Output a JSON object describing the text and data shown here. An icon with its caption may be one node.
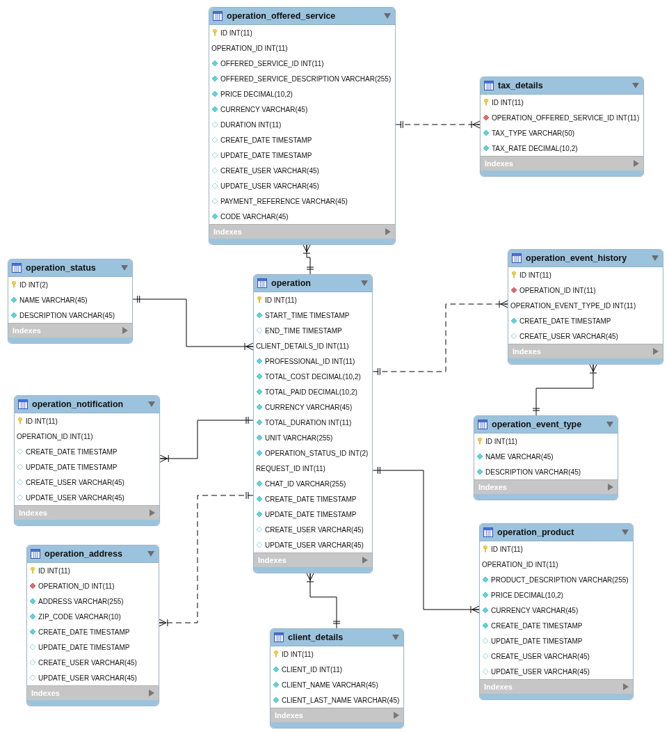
{
  "diagram": {
    "nodes": [
      {
        "text": [
          "operation_offered_service",
          "ID INT(11)",
          "OPERATION_ID INT(11)",
          "OFFERED_SERVICE_ID INT(11)",
          "OFFERED_SERVICE_DESCRIPTION VARCHAR(255)",
          "PRICE DECIMAL(10,2)",
          "CURRENCY VARCHAR(45)",
          "DURATION INT(11)",
          "CREATE_DATE TIMESTAMP",
          "UPDATE_DATE TIMESTAMP",
          "CREATE_USER VARCHAR(45)",
          "UPDATE_USER VARCHAR(45)",
          "PAYMENT_REFERENCE VARCHAR(45)",
          "CODE VARCHAR(45)",
          "Indexes"
        ]
      },
      {
        "text": [
          "tax_details",
          "ID INT(11)",
          "OPERATION_OFFERED_SERVICE_ID INT(11)",
          "TAX_TYPE VARCHAR(50)",
          "TAX_RATE DECIMAL(10,2)",
          "Indexes"
        ]
      },
      {
        "text": [
          "operation_status",
          "ID INT(2)",
          "NAME VARCHAR(45)",
          "DESCRIPTION VARCHAR(45)",
          "Indexes"
        ]
      },
      {
        "text": [
          "operation",
          "ID INT(11)",
          "START_TIME TIMESTAMP",
          "END_TIME TIMESTAMP",
          "CLIENT_DETAILS_ID INT(11)",
          "PROFESSIONAL_ID INT(11)",
          "TOTAL_COST DECIMAL(10,2)",
          "TOTAL_PAID DECIMAL(10,2)",
          "CURRENCY VARCHAR(45)",
          "TOTAL_DURATION INT(11)",
          "UNIT VARCHAR(255)",
          "OPERATION_STATUS_ID INT(2)",
          "REQUEST_ID INT(11)",
          "CHAT_ID VARCHAR(255)",
          "CREATE_DATE TIMESTAMP",
          "UPDATE_DATE TIMESTAMP",
          "CREATE_USER VARCHAR(45)",
          "UPDATE_USER VARCHAR(45)",
          "Indexes"
        ]
      },
      {
        "text": [
          "operation_event_history",
          "ID INT(11)",
          "OPERATION_ID INT(11)",
          "OPERATION_EVENT_TYPE_ID INT(11)",
          "CREATE_DATE TIMESTAMP",
          "CREATE_USER VARCHAR(45)",
          "Indexes"
        ]
      },
      {
        "text": [
          "operation_notification",
          "ID INT(11)",
          "OPERATION_ID INT(11)",
          "CREATE_DATE TIMESTAMP",
          "UPDATE_DATE TIMESTAMP",
          "CREATE_USER VARCHAR(45)",
          "UPDATE_USER VARCHAR(45)",
          "Indexes"
        ]
      },
      {
        "text": [
          "operation_event_type",
          "ID INT(11)",
          "NAME VARCHAR(45)",
          "DESCRIPTION VARCHAR(45)",
          "Indexes"
        ]
      },
      {
        "text": [
          "operation_address",
          "ID INT(11)",
          "OPERATION_ID INT(11)",
          "ADDRESS VARCHAR(255)",
          "ZIP_CODE VARCHAR(10)",
          "CREATE_DATE TIMESTAMP",
          "UPDATE_DATE TIMESTAMP",
          "CREATE_USER VARCHAR(45)",
          "UPDATE_USER VARCHAR(45)",
          "Indexes"
        ]
      },
      {
        "text": [
          "operation_product",
          "ID INT(11)",
          "OPERATION_ID INT(11)",
          "PRODUCT_DESCRIPTION VARCHAR(255)",
          "PRICE DECIMAL(10,2)",
          "CURRENCY VARCHAR(45)",
          "CREATE_DATE TIMESTAMP",
          "UPDATE_DATE TIMESTAMP",
          "CREATE_USER VARCHAR(45)",
          "UPDATE_USER VARCHAR(45)",
          "Indexes"
        ]
      },
      {
        "text": [
          "client_details",
          "ID INT(11)",
          "CLIENT_ID INT(11)",
          "CLIENT_NAME VARCHAR(45)",
          "CLIENT_LAST_NAME VARCHAR(45)",
          "Indexes"
        ]
      }
    ],
    "edges": [
      {
        "from": 0,
        "to": 1,
        "arrow": "other",
        "style": "dashed"
      },
      {
        "from": 3,
        "to": 0,
        "arrow": "other"
      },
      {
        "from": 2,
        "to": 3,
        "arrow": "other"
      },
      {
        "from": 3,
        "to": 4,
        "arrow": "other",
        "style": "dashed"
      },
      {
        "from": 6,
        "to": 4,
        "arrow": "other"
      },
      {
        "from": 3,
        "to": 5,
        "arrow": "other"
      },
      {
        "from": 3,
        "to": 7,
        "arrow": "other",
        "style": "dashed"
      },
      {
        "from": 3,
        "to": 8,
        "arrow": "other"
      },
      {
        "from": 9,
        "to": 3,
        "arrow": "other"
      }
    ]
  }
}
